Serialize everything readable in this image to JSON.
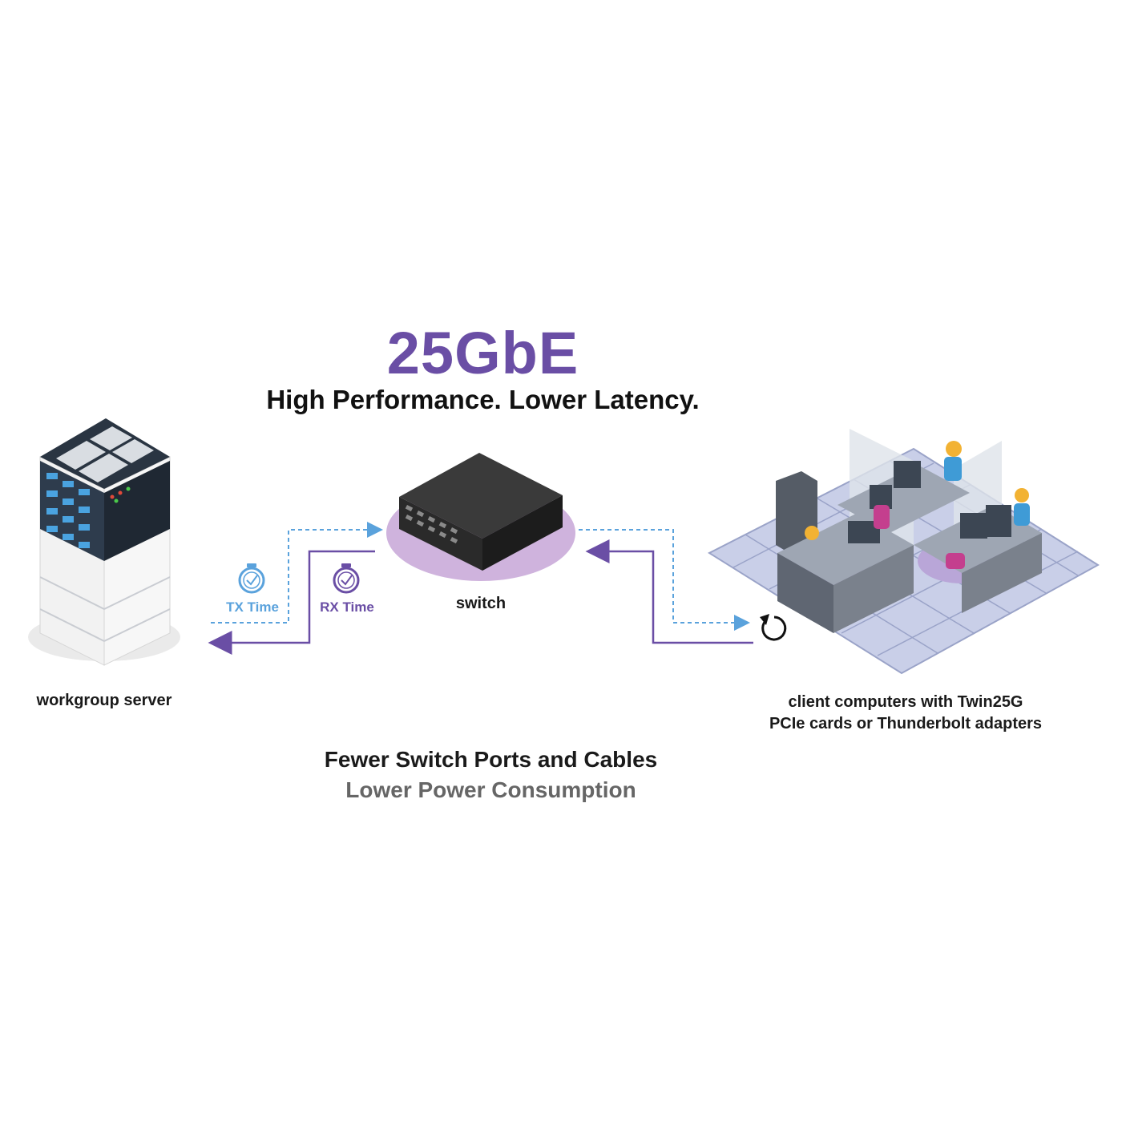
{
  "headline": "25GbE",
  "subheadline": "High Performance. Lower Latency.",
  "nodes": {
    "server_label": "workgroup server",
    "switch_label": "switch",
    "client_label_line1": "client computers with Twin25G",
    "client_label_line2": "PCIe cards or Thunderbolt adapters"
  },
  "timers": {
    "tx_label": "TX Time",
    "rx_label": "RX Time"
  },
  "footer": {
    "line1": "Fewer Switch Ports and Cables",
    "line2": "Lower Power Consumption"
  },
  "colors": {
    "accent_purple": "#6a4ea5",
    "tx_blue": "#5aa2dc",
    "rx_purple": "#6a4ea5",
    "footer_gray": "#666666",
    "switch_halo": "#cfb3dd"
  },
  "icons": [
    "stopwatch-icon",
    "refresh-icon",
    "server-rack-icon",
    "network-switch-icon",
    "office-workstations-icon"
  ]
}
